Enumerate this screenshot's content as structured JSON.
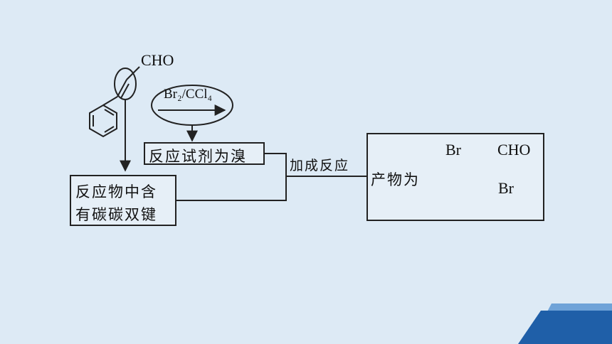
{
  "reactant": {
    "group": "CHO"
  },
  "reagent_oval": {
    "formula": "Br₂/CCl₄"
  },
  "boxes": {
    "reagent": "反应试剂为溴",
    "reactant_line1": "反应物中含",
    "reactant_line2": "有碳碳双键",
    "product_label": "产物为"
  },
  "edge_label": "加成反应",
  "product": {
    "br_top": "Br",
    "cho": "CHO",
    "br_side": "Br"
  },
  "colors": {
    "background": "#ddeaf5",
    "line": "#222222",
    "accent_dark": "#1f5fa8",
    "accent_light": "#6fa3d8"
  }
}
